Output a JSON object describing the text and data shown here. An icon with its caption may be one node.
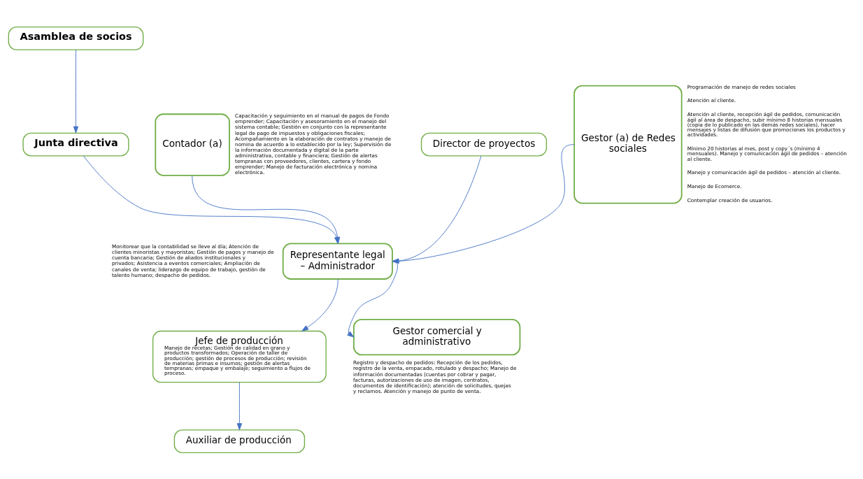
{
  "diagram": {
    "nodes": [
      {
        "text": [
          "Asamblea de socios"
        ]
      },
      {
        "text": [
          "Junta directiva"
        ]
      },
      {
        "text": [
          "Contador (a)"
        ],
        "beside": [
          "Capacitación y seguimiento en el manual de pagos de Fondo emprender; Capacitación y asesoramiento en el manejo del sistema contable; Gestión en conjunto con la representante legal de pago de impuestos y obligaciones fiscales; Acompañamiento en la elaboración de contratos y manejo de nomina de acuerdo a lo establecido por la ley; Supervisión de la información documentada y digital de la parte administrativa, contable y financiera; Gestión de alertas tempranas con proveedores, clientes, cartera y fondo emprender; Manejo de facturación electrónica y nomina electrónica."
        ]
      },
      {
        "text": [
          "Representante legal – Administrador"
        ],
        "beside": [
          "Monitorear que la contabilidad se lleve al día; Atención de clientes minoristas y mayoristas; Gestión de pagos y manejo de cuenta bancaria; Gestión de aliados institucionales y privados; Asistencia a eventos comerciales; Ampliación de canales de venta; liderazgo de equipo de trabajo, gestión de talento humano; despacho de pedidos."
        ]
      },
      {
        "text": [
          "Director de proyectos"
        ]
      },
      {
        "text": [
          "Gestor (a) de Redes sociales"
        ],
        "beside": [
          "Programación de manejo de redes sociales",
          "Atención al cliente.",
          "Atención al cliente, recepción ágil de pedidos, comunicación ágil al área de despacho, subir mínimo 8 historias mensuales (copia de lo publicado en las demás redes sociales), hacer mensajes y listas de difusión que promociones los productos y actividades.",
          "Mínimo 20 historias al mes, post y copy´s (mínimo 4 mensuales). Manejo y comunicación ágil de pedidos – atención al cliente.",
          "Manejo y comunicación ágil de pedidos – atención al cliente.",
          "Manejo de Ecomerce.",
          "Contemplar creación de usuarios."
        ]
      },
      {
        "text": [
          "Jefe de producción",
          "Manejo de recetas; Gestión de calidad en grano y productos transformados; Operación de taller de producción; gestión de procesos de producción; revisión de materias primas e insumos; gestión de alertas tempranas; empaque y embalaje; seguimiento a flujos de proceso."
        ]
      },
      {
        "text": [
          "Gestor comercial y administrativo"
        ],
        "beside": [
          "Registro y despacho de pedidos: Recepción de los pedidos, registro de la venta, empacado, rotulado y despacho; Manejo de información documentadas (cuentas por cobrar y pagar, facturas, autorizaciones de uso de imagen, contratos, documentos de identificación); atención de solicitudes, quejas y reclamos. Atención y manejo de punto de venta."
        ]
      },
      {
        "text": [
          "Auxiliar de producción"
        ]
      }
    ],
    "edges": [
      {
        "from": 0,
        "to": 1,
        "arrow": "to"
      },
      {
        "from": 1,
        "to": 3,
        "arrow": "to"
      },
      {
        "from": 2,
        "to": 3,
        "arrow": "to"
      },
      {
        "from": 4,
        "to": 3,
        "arrow": "to"
      },
      {
        "from": 5,
        "to": 3,
        "arrow": "to"
      },
      {
        "from": 3,
        "to": 6,
        "arrow": "to"
      },
      {
        "from": 3,
        "to": 7,
        "arrow": "to"
      },
      {
        "from": 6,
        "to": 8,
        "arrow": "to"
      }
    ]
  }
}
